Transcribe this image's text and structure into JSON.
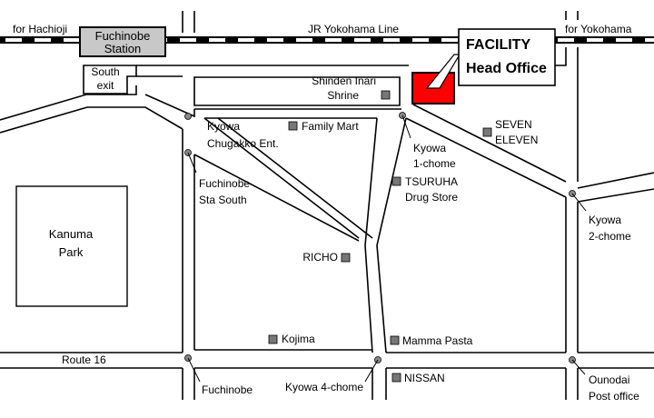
{
  "colors": {
    "road": "#000000",
    "background": "#ffffff",
    "station_fill": "#c8c8c8",
    "facility": "#ff0000",
    "bus_stop": "#888888",
    "landmark": "#777777"
  },
  "railway": {
    "line_name": "JR Yokohama Line",
    "left_direction": "for Hachioji",
    "right_direction": "for Yokohama",
    "station_line1": "Fuchinobe",
    "station_line2": "Station",
    "exit_line1": "South",
    "exit_line2": "exit"
  },
  "facility": {
    "line1": "FACILITY",
    "line2": "Head Office"
  },
  "road_name": "Route 16",
  "park": {
    "line1": "Kanuma",
    "line2": "Park"
  },
  "bus_stops": {
    "kyowa_chugakko": {
      "line1": "Kyowa",
      "line2": "Chugakko Ent."
    },
    "fuchinobe_sta_south": {
      "line1": "Fuchinobe",
      "line2": "Sta South"
    },
    "kyowa_1chome": {
      "line1": "Kyowa",
      "line2": "1-chome"
    },
    "kyowa_2chome": {
      "line1": "Kyowa",
      "line2": "2-chome"
    },
    "fuchinobe": {
      "line1": "Fuchinobe"
    },
    "kyowa_4chome": {
      "line1": "Kyowa 4-chome"
    },
    "ounodai": {
      "line1": "Ounodai",
      "line2": "Post office"
    }
  },
  "landmarks": {
    "shinden_inari": {
      "line1": "Shinden Inari",
      "line2": "Shrine"
    },
    "family_mart": {
      "line1": "Family Mart"
    },
    "seven_eleven": {
      "line1": "SEVEN",
      "line2": "ELEVEN"
    },
    "tsuruha": {
      "line1": "TSURUHA",
      "line2": "Drug Store"
    },
    "richo": {
      "line1": "RICHO"
    },
    "kojima": {
      "line1": "Kojima"
    },
    "mamma_pasta": {
      "line1": "Mamma Pasta"
    },
    "nissan": {
      "line1": "NISSAN"
    }
  }
}
